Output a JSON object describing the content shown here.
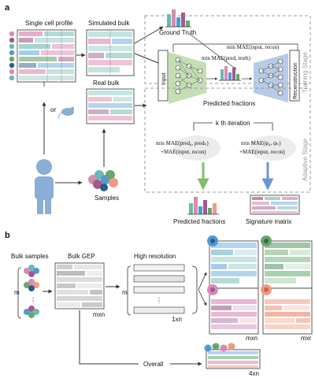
{
  "panel_a": {
    "label": "a",
    "single_cell_profile": "Single cell profile",
    "simulated_bulk": "Simulated bulk",
    "ground_truth": "Ground Truth",
    "real_bulk": "Real bulk",
    "or_label": "or",
    "samples": "Samples",
    "input": "Input",
    "reconstruction": "Reconstruction",
    "predicted_fractions_mid": "Predicted fractions",
    "training_stage": "Training Stage",
    "adaptive_stage": "Adaptive Stage",
    "loss_recon": "min MAE(input, recon)",
    "loss_pred": "min MAE(pred, truth)",
    "kth_iteration": "k th iteration",
    "left_loss_line1": "min MAE(pred₀, predₖ)",
    "left_loss_line2": "+MAE(input, recon)",
    "right_loss_line1": "min MAE(ψ₀, ψₖ)",
    "right_loss_line2": "+MAE(input, recon)",
    "predicted_fractions_out": "Predicted fractions",
    "signature_matrix": "Signature matrix"
  },
  "panel_b": {
    "label": "b",
    "bulk_samples": "Bulk samples",
    "bulk_gep": "Bulk GEP",
    "high_resolution": "High resolution",
    "m_label": "m",
    "mxn_gep": "mxn",
    "one_xn": "1xn",
    "mxn_1": "mxn",
    "mxn_2": "mxr",
    "mxn_3": "mxn",
    "mxn_4": "mxr",
    "overall": "Overall",
    "four_xn": "4xn"
  },
  "colors": {
    "pink": "#d98ab1",
    "purple": "#a05a92",
    "teal": "#6cb8b0",
    "blue": "#4f9ad1",
    "green": "#6aa56d",
    "navy": "#2c5b8e",
    "salmon": "#ef9a86",
    "orange": "#e98f6b",
    "person": "#8aaed6",
    "encoder": "#b9d9a5",
    "decoder": "#a9c2e3",
    "arrow_green": "#7fbf6f",
    "arrow_blue": "#6a96cf"
  }
}
